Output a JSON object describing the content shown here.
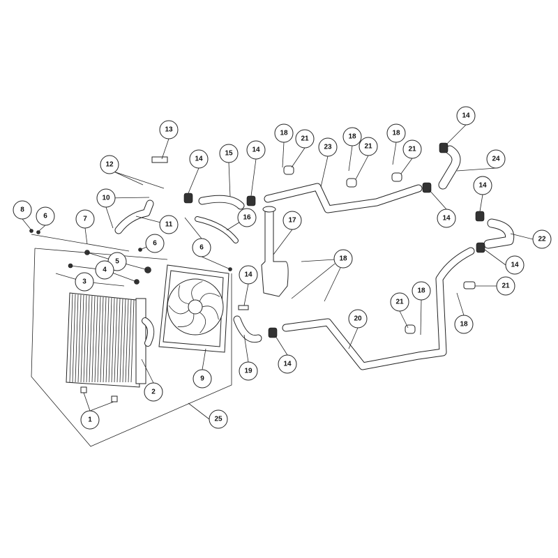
{
  "title": "Cooling system exploded parts diagram",
  "callouts": [
    {
      "label": "13"
    },
    {
      "label": "12"
    },
    {
      "label": "14"
    },
    {
      "label": "15"
    },
    {
      "label": "14"
    },
    {
      "label": "18"
    },
    {
      "label": "21"
    },
    {
      "label": "23"
    },
    {
      "label": "18"
    },
    {
      "label": "21"
    },
    {
      "label": "18"
    },
    {
      "label": "21"
    },
    {
      "label": "14"
    },
    {
      "label": "24"
    },
    {
      "label": "10"
    },
    {
      "label": "11"
    },
    {
      "label": "16"
    },
    {
      "label": "17"
    },
    {
      "label": "8"
    },
    {
      "label": "6"
    },
    {
      "label": "7"
    },
    {
      "label": "6"
    },
    {
      "label": "6"
    },
    {
      "label": "5"
    },
    {
      "label": "4"
    },
    {
      "label": "3"
    },
    {
      "label": "14"
    },
    {
      "label": "14"
    },
    {
      "label": "22"
    },
    {
      "label": "14"
    },
    {
      "label": "18"
    },
    {
      "label": "14"
    },
    {
      "label": "21"
    },
    {
      "label": "18"
    },
    {
      "label": "21"
    },
    {
      "label": "18"
    },
    {
      "label": "20"
    },
    {
      "label": "2"
    },
    {
      "label": "9"
    },
    {
      "label": "19"
    },
    {
      "label": "14"
    },
    {
      "label": "1"
    },
    {
      "label": "25"
    }
  ]
}
